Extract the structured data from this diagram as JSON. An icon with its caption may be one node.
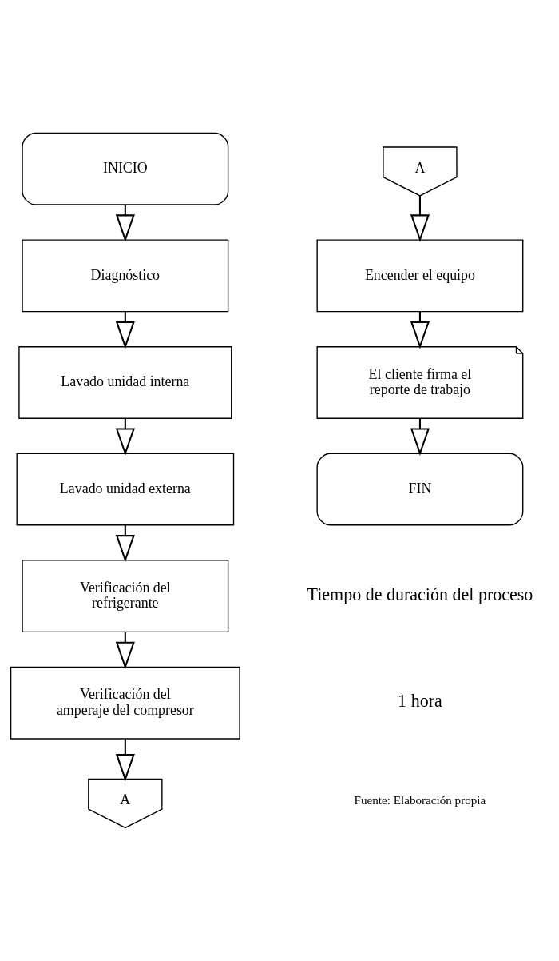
{
  "diagram": {
    "nodes": [
      {
        "text": [
          "INICIO"
        ]
      },
      {
        "text": [
          "Diagnóstico"
        ]
      },
      {
        "text": [
          "Lavado unidad interna"
        ]
      },
      {
        "text": [
          "Lavado unidad externa"
        ]
      },
      {
        "text": [
          "Verificación del refrigerante"
        ]
      },
      {
        "text": [
          "Verificación del amperaje del compresor"
        ]
      },
      {
        "text": [
          "A"
        ]
      },
      {
        "text": [
          "A"
        ]
      },
      {
        "text": [
          "Encender el equipo"
        ]
      },
      {
        "text": [
          "El cliente firma el reporte de trabajo"
        ]
      },
      {
        "text": [
          "FIN"
        ]
      }
    ],
    "edges": [
      {
        "from": 0,
        "to": 1,
        "arrow": "to"
      },
      {
        "from": 1,
        "to": 2,
        "arrow": "to"
      },
      {
        "from": 2,
        "to": 3,
        "arrow": "to"
      },
      {
        "from": 3,
        "to": 4,
        "arrow": "to"
      },
      {
        "from": 4,
        "to": 5,
        "arrow": "to"
      },
      {
        "from": 5,
        "to": 6,
        "arrow": "to"
      },
      {
        "from": 7,
        "to": 8,
        "arrow": "to"
      },
      {
        "from": 8,
        "to": 9,
        "arrow": "to"
      },
      {
        "from": 9,
        "to": 10,
        "arrow": "to"
      }
    ],
    "labels": [
      "Tiempo de duración del proceso",
      "1 hora",
      "Fuente: Elaboración propia"
    ]
  }
}
